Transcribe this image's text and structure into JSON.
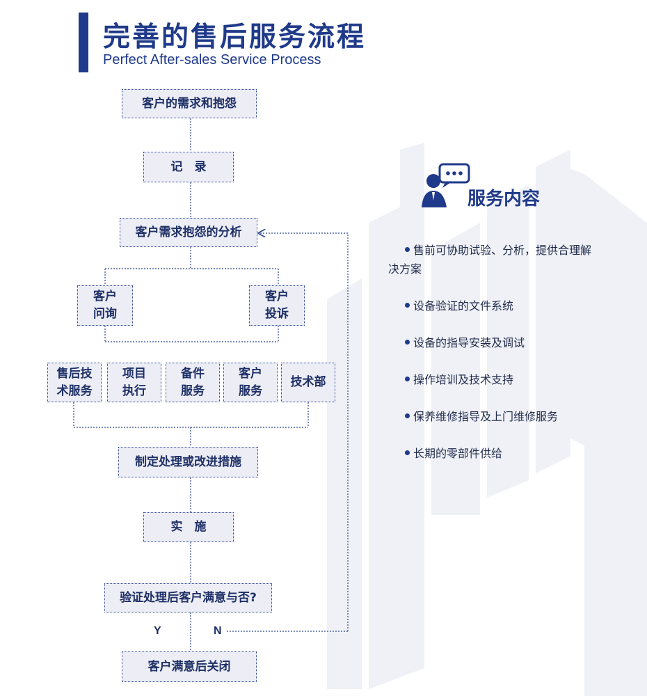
{
  "header": {
    "title_cn": "完善的售后服务流程",
    "title_en": "Perfect After-sales Service Process"
  },
  "flow": {
    "step1": "客户的需求和抱怨",
    "step2": "记　录",
    "step3": "客户需求抱怨的分析",
    "branch_left": "客户\n问询",
    "branch_right": "客户\n投诉",
    "dept1": "售后技\n术服务",
    "dept2": "项目\n执行",
    "dept3": "备件\n服务",
    "dept4": "客户\n服务",
    "dept5": "技术部",
    "step4": "制定处理或改进措施",
    "step5": "实　施",
    "step6": "验证处理后客户满意与否?",
    "yes_label": "Y",
    "no_label": "N",
    "step7": "客户满意后关闭"
  },
  "services": {
    "title": "服务内容",
    "icon": "customer-service-chat-icon",
    "items": [
      "售前可协助试验、分析，提供合理解决方案",
      "设备验证的文件系统",
      "设备的指导安装及调试",
      "操作培训及技术支持",
      "保养维修指导及上门维修服务",
      "长期的零部件供给"
    ]
  },
  "colors": {
    "primary": "#1f3a8a",
    "box_fill": "#ecedf5",
    "decor": "#eef0f5"
  }
}
